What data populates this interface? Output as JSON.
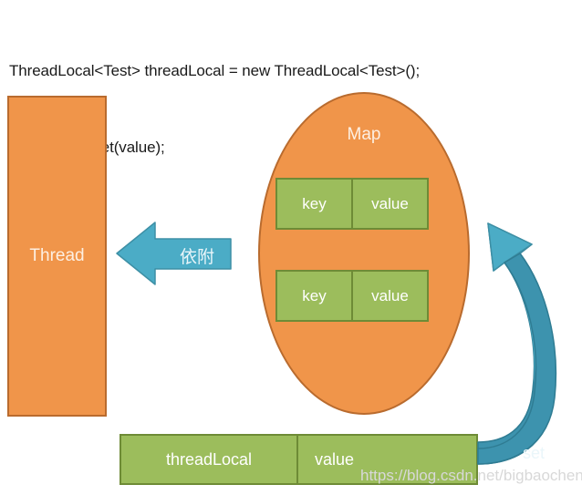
{
  "code": {
    "line1": "ThreadLocal<Test> threadLocal = new ThreadLocal<Test>();",
    "line2": "threadLocal.set(value);"
  },
  "thread": {
    "label": "Thread"
  },
  "map": {
    "label": "Map",
    "entries": [
      {
        "key": "key",
        "value": "value"
      },
      {
        "key": "key",
        "value": "value"
      }
    ]
  },
  "bottom_box": {
    "key": "threadLocal",
    "value": "value"
  },
  "arrows": {
    "depend": "依附",
    "set": "set"
  },
  "watermark": {
    "text": "https://blog.csdn.net/bigbaochen"
  },
  "colors": {
    "orange_fill": "#F0954A",
    "orange_border": "#B96B2E",
    "green_fill": "#9CBD5C",
    "green_border": "#6E8B36",
    "teal_arrow": "#4BACC6",
    "teal_arrow_dark": "#327C94",
    "background": "#FFFFFF",
    "text_light": "#FFFFFF"
  }
}
